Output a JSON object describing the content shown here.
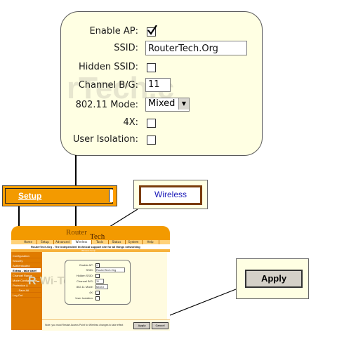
{
  "callout": {
    "watermark": "rTech.c",
    "rows": [
      {
        "label": "Enable AP:"
      },
      {
        "label": "SSID:",
        "value": "RouterTech.Org"
      },
      {
        "label": "Hidden SSID:"
      },
      {
        "label": "Channel B/G:",
        "value": "11"
      },
      {
        "label": "802.11 Mode:",
        "value": "Mixed"
      },
      {
        "label": "4X:"
      },
      {
        "label": "User Isolation:"
      }
    ],
    "enable_ap_checked": true
  },
  "setup": {
    "label": "Setup"
  },
  "wireless": {
    "label": "Wireless"
  },
  "apply": {
    "label": "Apply"
  },
  "mini": {
    "logo_top": "Router",
    "logo_bottom": "Tech",
    "tabs": [
      "Home",
      "Setup",
      "Advanced",
      "Wireless",
      "Tools",
      "Status",
      "System",
      "Help"
    ],
    "banner": "RouterTech.Org - The independent technical support site for all things networking",
    "panel_title": "Wireless Setup",
    "sidebar": [
      "Configuration",
      "Security",
      "Authenticated",
      "Extras - take care!",
      "Channel Range",
      "Mode Configuration",
      "Protection &",
      "- Save All",
      "Log Out"
    ],
    "watermark": "R-Wi-Tech.com",
    "form": [
      {
        "label": "Enable AP:"
      },
      {
        "label": "SSID:",
        "value": "RouterTech.Org"
      },
      {
        "label": "Hidden SSID:"
      },
      {
        "label": "Channel B/G:",
        "value": "11"
      },
      {
        "label": "802.11 Mode:",
        "value": "Mixed"
      },
      {
        "label": "4X:"
      },
      {
        "label": "User Isolation:"
      }
    ],
    "footer_note": "Note: you must Restart Access Point for Wireless changes to take effect",
    "apply": "Apply",
    "cancel": "Cancel"
  },
  "colors": {
    "accent": "#f39a00",
    "callout_bg": "#ffffe3",
    "wireless_border": "#7a3b0a"
  }
}
